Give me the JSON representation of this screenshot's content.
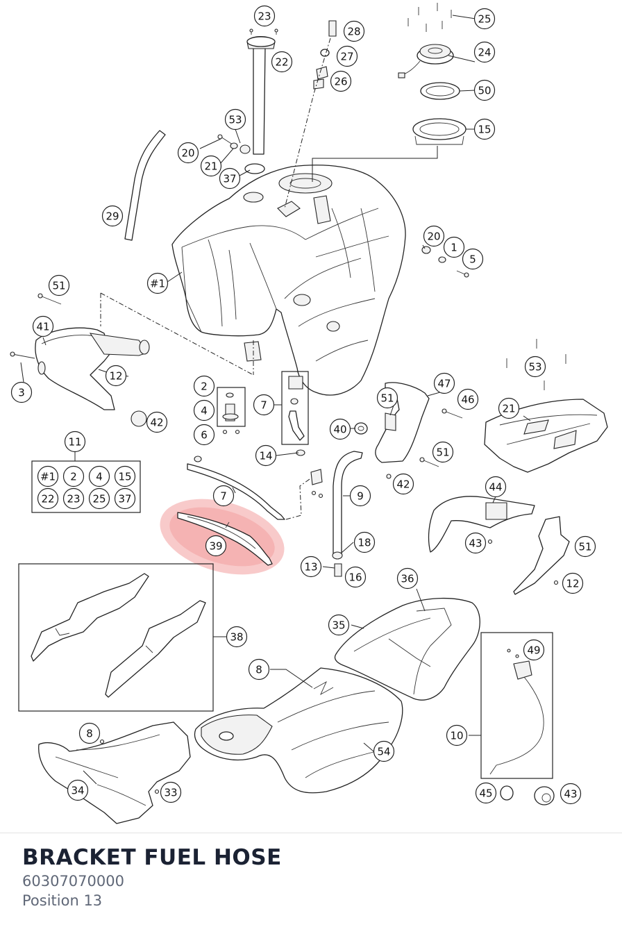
{
  "part": {
    "title": "BRACKET FUEL HOSE",
    "number": "60307070000",
    "position": "Position 13"
  },
  "highlight_color": "#f08a8a",
  "callouts": [
    "23",
    "22",
    "28",
    "27",
    "26",
    "25",
    "24",
    "50",
    "15",
    "53",
    "20",
    "21",
    "37",
    "29",
    "#1",
    "51",
    "41",
    "12",
    "3",
    "2",
    "4",
    "6",
    "7",
    "42",
    "14",
    "40",
    "51",
    "47",
    "46",
    "53",
    "21",
    "20",
    "1",
    "5",
    "11",
    "7",
    "9",
    "18",
    "13",
    "16",
    "39",
    "38",
    "36",
    "35",
    "8",
    "54",
    "8",
    "34",
    "33",
    "49",
    "10",
    "45",
    "43",
    "44",
    "43",
    "51",
    "12",
    "51",
    "42"
  ],
  "kit_box": [
    "#1",
    "2",
    "4",
    "15",
    "22",
    "23",
    "25",
    "37"
  ]
}
